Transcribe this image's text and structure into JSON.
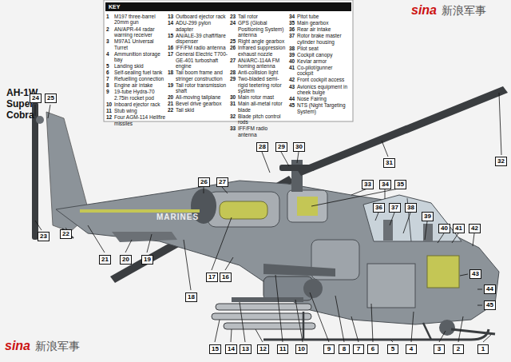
{
  "diagram": {
    "title": "AH-1W Super Cobra",
    "nodes": [
      {
        "text": [
          "KEY"
        ]
      }
    ],
    "labels": [
      "1",
      "M197 three-barrel 20mm gun",
      "2",
      "AN/APR-44 radar warning receiver",
      "3",
      "M97A1 Universal Turret",
      "4",
      "Ammunition storage bay",
      "5",
      "Landing skid",
      "6",
      "Self-sealing fuel tank",
      "7",
      "Refuelling connection",
      "8",
      "Engine air intake",
      "9",
      "19-tube Hydra-70 2.75in rocket pod",
      "10",
      "Inboard ejector rack",
      "11",
      "Stub wing",
      "12",
      "Four AGM-114 Hellfire missiles",
      "13",
      "Outboard ejector rack",
      "14",
      "ADU-299 pylon adapter",
      "15",
      "AN/ALE-39 chaff/flare dispenser",
      "16",
      "IFF/FM radio antenna",
      "17",
      "General Electric T700-GE-401 turboshaft engine",
      "18",
      "Tail boom frame and stringer construction",
      "19",
      "Tail rotor transmission shaft",
      "20",
      "All-moving tailplane",
      "21",
      "Bevel drive gearbox",
      "22",
      "Tail skid",
      "23",
      "Tail rotor",
      "24",
      "GPS (Global Positioning System) antenna",
      "25",
      "Right angle gearbox",
      "26",
      "Infrared suppression exhaust nozzle",
      "27",
      "AN/ARC-114A FM homing antenna",
      "28",
      "Anti-collision light",
      "29",
      "Two-bladed semi-rigid teetering rotor system",
      "30",
      "Main rotor mast",
      "31",
      "Main all-metal rotor blade",
      "32",
      "Blade pitch control rods",
      "33",
      "IFF/FM radio antenna",
      "34",
      "Pitot tube",
      "35",
      "Main gearbox",
      "36",
      "Rear air intake",
      "37",
      "Rotor brake master cylinder housing",
      "38",
      "Pilot seat",
      "39",
      "Cockpit canopy",
      "40",
      "Kevlar armor",
      "41",
      "Co-pilot/gunner cockpit",
      "42",
      "Front cockpit access",
      "43",
      "Avionics equipment in cheek bulge",
      "44",
      "Nose Fairing",
      "45",
      "NTS (Night Targeting System)",
      "1",
      "2",
      "3",
      "4",
      "5",
      "6",
      "7",
      "8",
      "9",
      "10",
      "11",
      "12",
      "13",
      "14",
      "15",
      "16",
      "17",
      "18",
      "19",
      "20",
      "21",
      "22",
      "23",
      "24",
      "25",
      "26",
      "27",
      "28",
      "29",
      "30",
      "31",
      "32",
      "33",
      "34",
      "35",
      "36",
      "37",
      "38",
      "39",
      "40",
      "41",
      "42",
      "43",
      "44",
      "45",
      "MARINES",
      "sina",
      "新浪军事",
      "sina",
      "新浪军事"
    ]
  }
}
